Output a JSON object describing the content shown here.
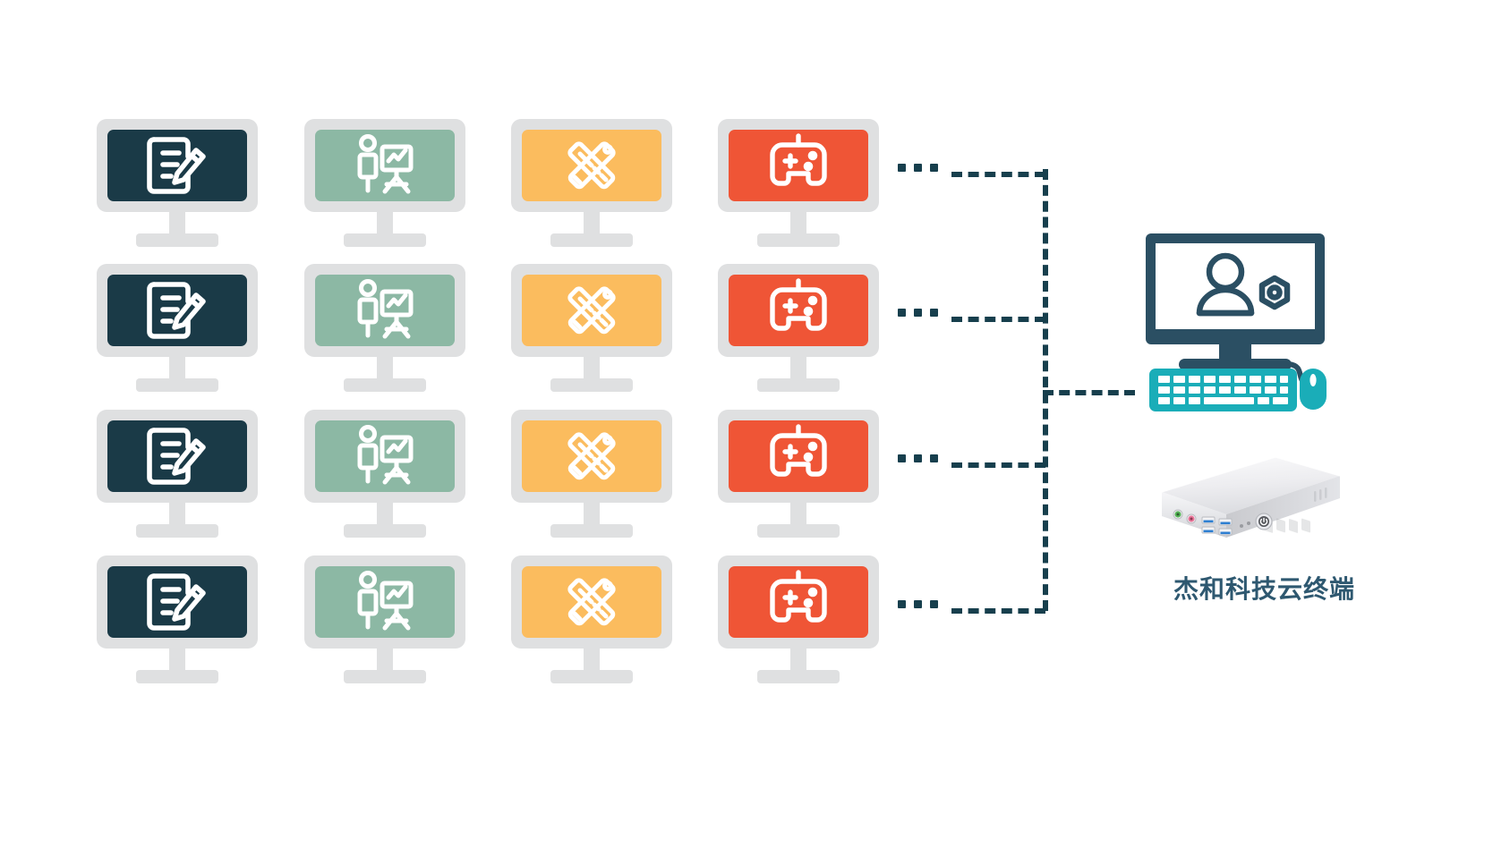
{
  "diagram": {
    "title": "Cloud terminal multi-seat deployment diagram",
    "caption": "杰和科技云终端",
    "ellipsis_label": "...",
    "colors": {
      "bezel": "#dfe0e1",
      "line": "#173f4d",
      "admin_dark": "#2b4f63",
      "keyboard_teal": "#1aadb8",
      "caption_text": "#2e5870"
    },
    "columns": [
      {
        "name": "document-edit",
        "label": "Document editing terminal",
        "screen_color": "#1a3a47",
        "icon": "document-edit-icon"
      },
      {
        "name": "presentation",
        "label": "Presentation terminal",
        "screen_color": "#8cb8a4",
        "icon": "presentation-easel-icon"
      },
      {
        "name": "design",
        "label": "Design terminal",
        "screen_color": "#fbbc5e",
        "icon": "ruler-pencil-icon"
      },
      {
        "name": "gaming",
        "label": "Gaming terminal",
        "screen_color": "#ef5536",
        "icon": "gamepad-icon"
      }
    ],
    "rows": [
      {
        "name": "row-1"
      },
      {
        "name": "row-2"
      },
      {
        "name": "row-3"
      },
      {
        "name": "row-4"
      }
    ],
    "server": {
      "admin_label": "Administrator console",
      "admin_icon": "user-gear-icon",
      "keyboard_icon": "keyboard-icon",
      "mouse_icon": "mouse-icon",
      "device_label": "Mini PC cloud terminal host",
      "device_icon": "mini-pc-icon"
    }
  }
}
